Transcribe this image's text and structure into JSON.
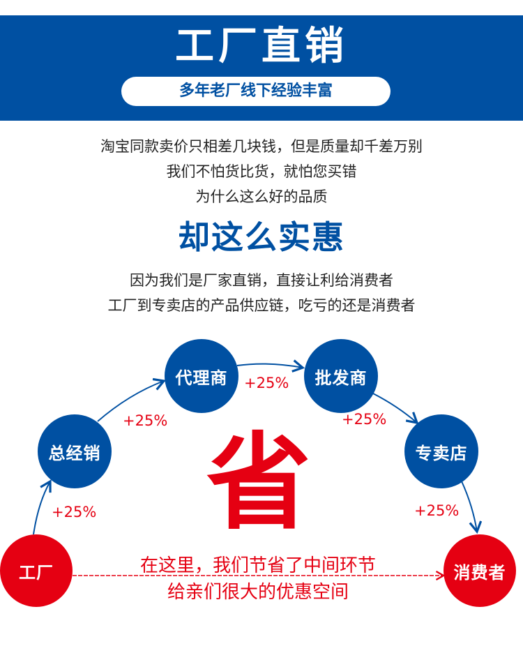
{
  "banner": {
    "title": "工厂直销",
    "subtitle": "多年老厂线下经验丰富",
    "color": "#0050a2"
  },
  "intro": {
    "lines": [
      "淘宝同款卖价只相差几块钱，但是质量却千差万别",
      "我们不怕货比货，就怕您买错",
      "为什么这么好的品质"
    ]
  },
  "headline": "却这么实惠",
  "reason": {
    "lines": [
      "因为我们是厂家直销，直接让利给消费者",
      "工厂到专卖店的产品供应链，吃亏的还是消费者"
    ]
  },
  "flow": {
    "nodes": [
      {
        "label": "工厂",
        "color": "#e50012"
      },
      {
        "label": "总经销",
        "color": "#0050a2"
      },
      {
        "label": "代理商",
        "color": "#0050a2"
      },
      {
        "label": "批发商",
        "color": "#0050a2"
      },
      {
        "label": "专卖店",
        "color": "#0050a2"
      },
      {
        "label": "消费者",
        "color": "#e50012"
      }
    ],
    "markups": [
      "+25%",
      "+25%",
      "+25%",
      "+25%",
      "+25%"
    ]
  },
  "save_char": "省",
  "savings": {
    "lines": [
      "在这里，我们节省了中间环节",
      "给亲们很大的优惠空间"
    ]
  }
}
